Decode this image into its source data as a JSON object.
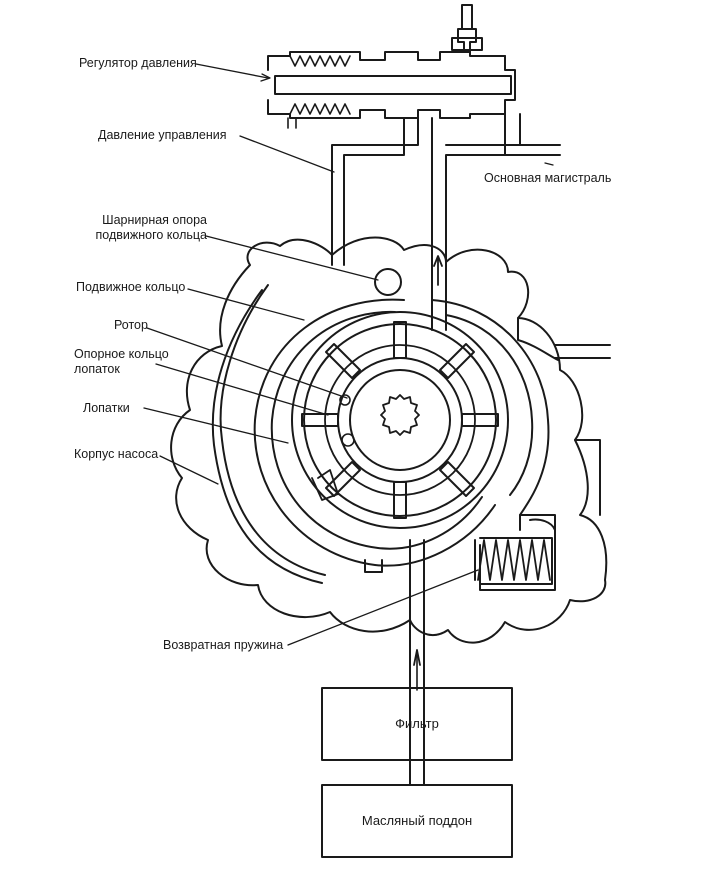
{
  "labels": {
    "pressure_regulator": "Регулятор давления",
    "control_pressure": "Давление управления",
    "main_line": "Основная магистраль",
    "pivot_line1": "Шарнирная опора",
    "pivot_line2": "подвижного кольца",
    "movable_ring": "Подвижное кольцо",
    "rotor": "Ротор",
    "vane_ring_line1": "Опорное кольцо",
    "vane_ring_line2": "лопаток",
    "vanes": "Лопатки",
    "pump_body": "Корпус насоса",
    "return_spring": "Возвратная пружина",
    "filter": "Фильтр",
    "oil_pan": "Масляный поддон"
  }
}
